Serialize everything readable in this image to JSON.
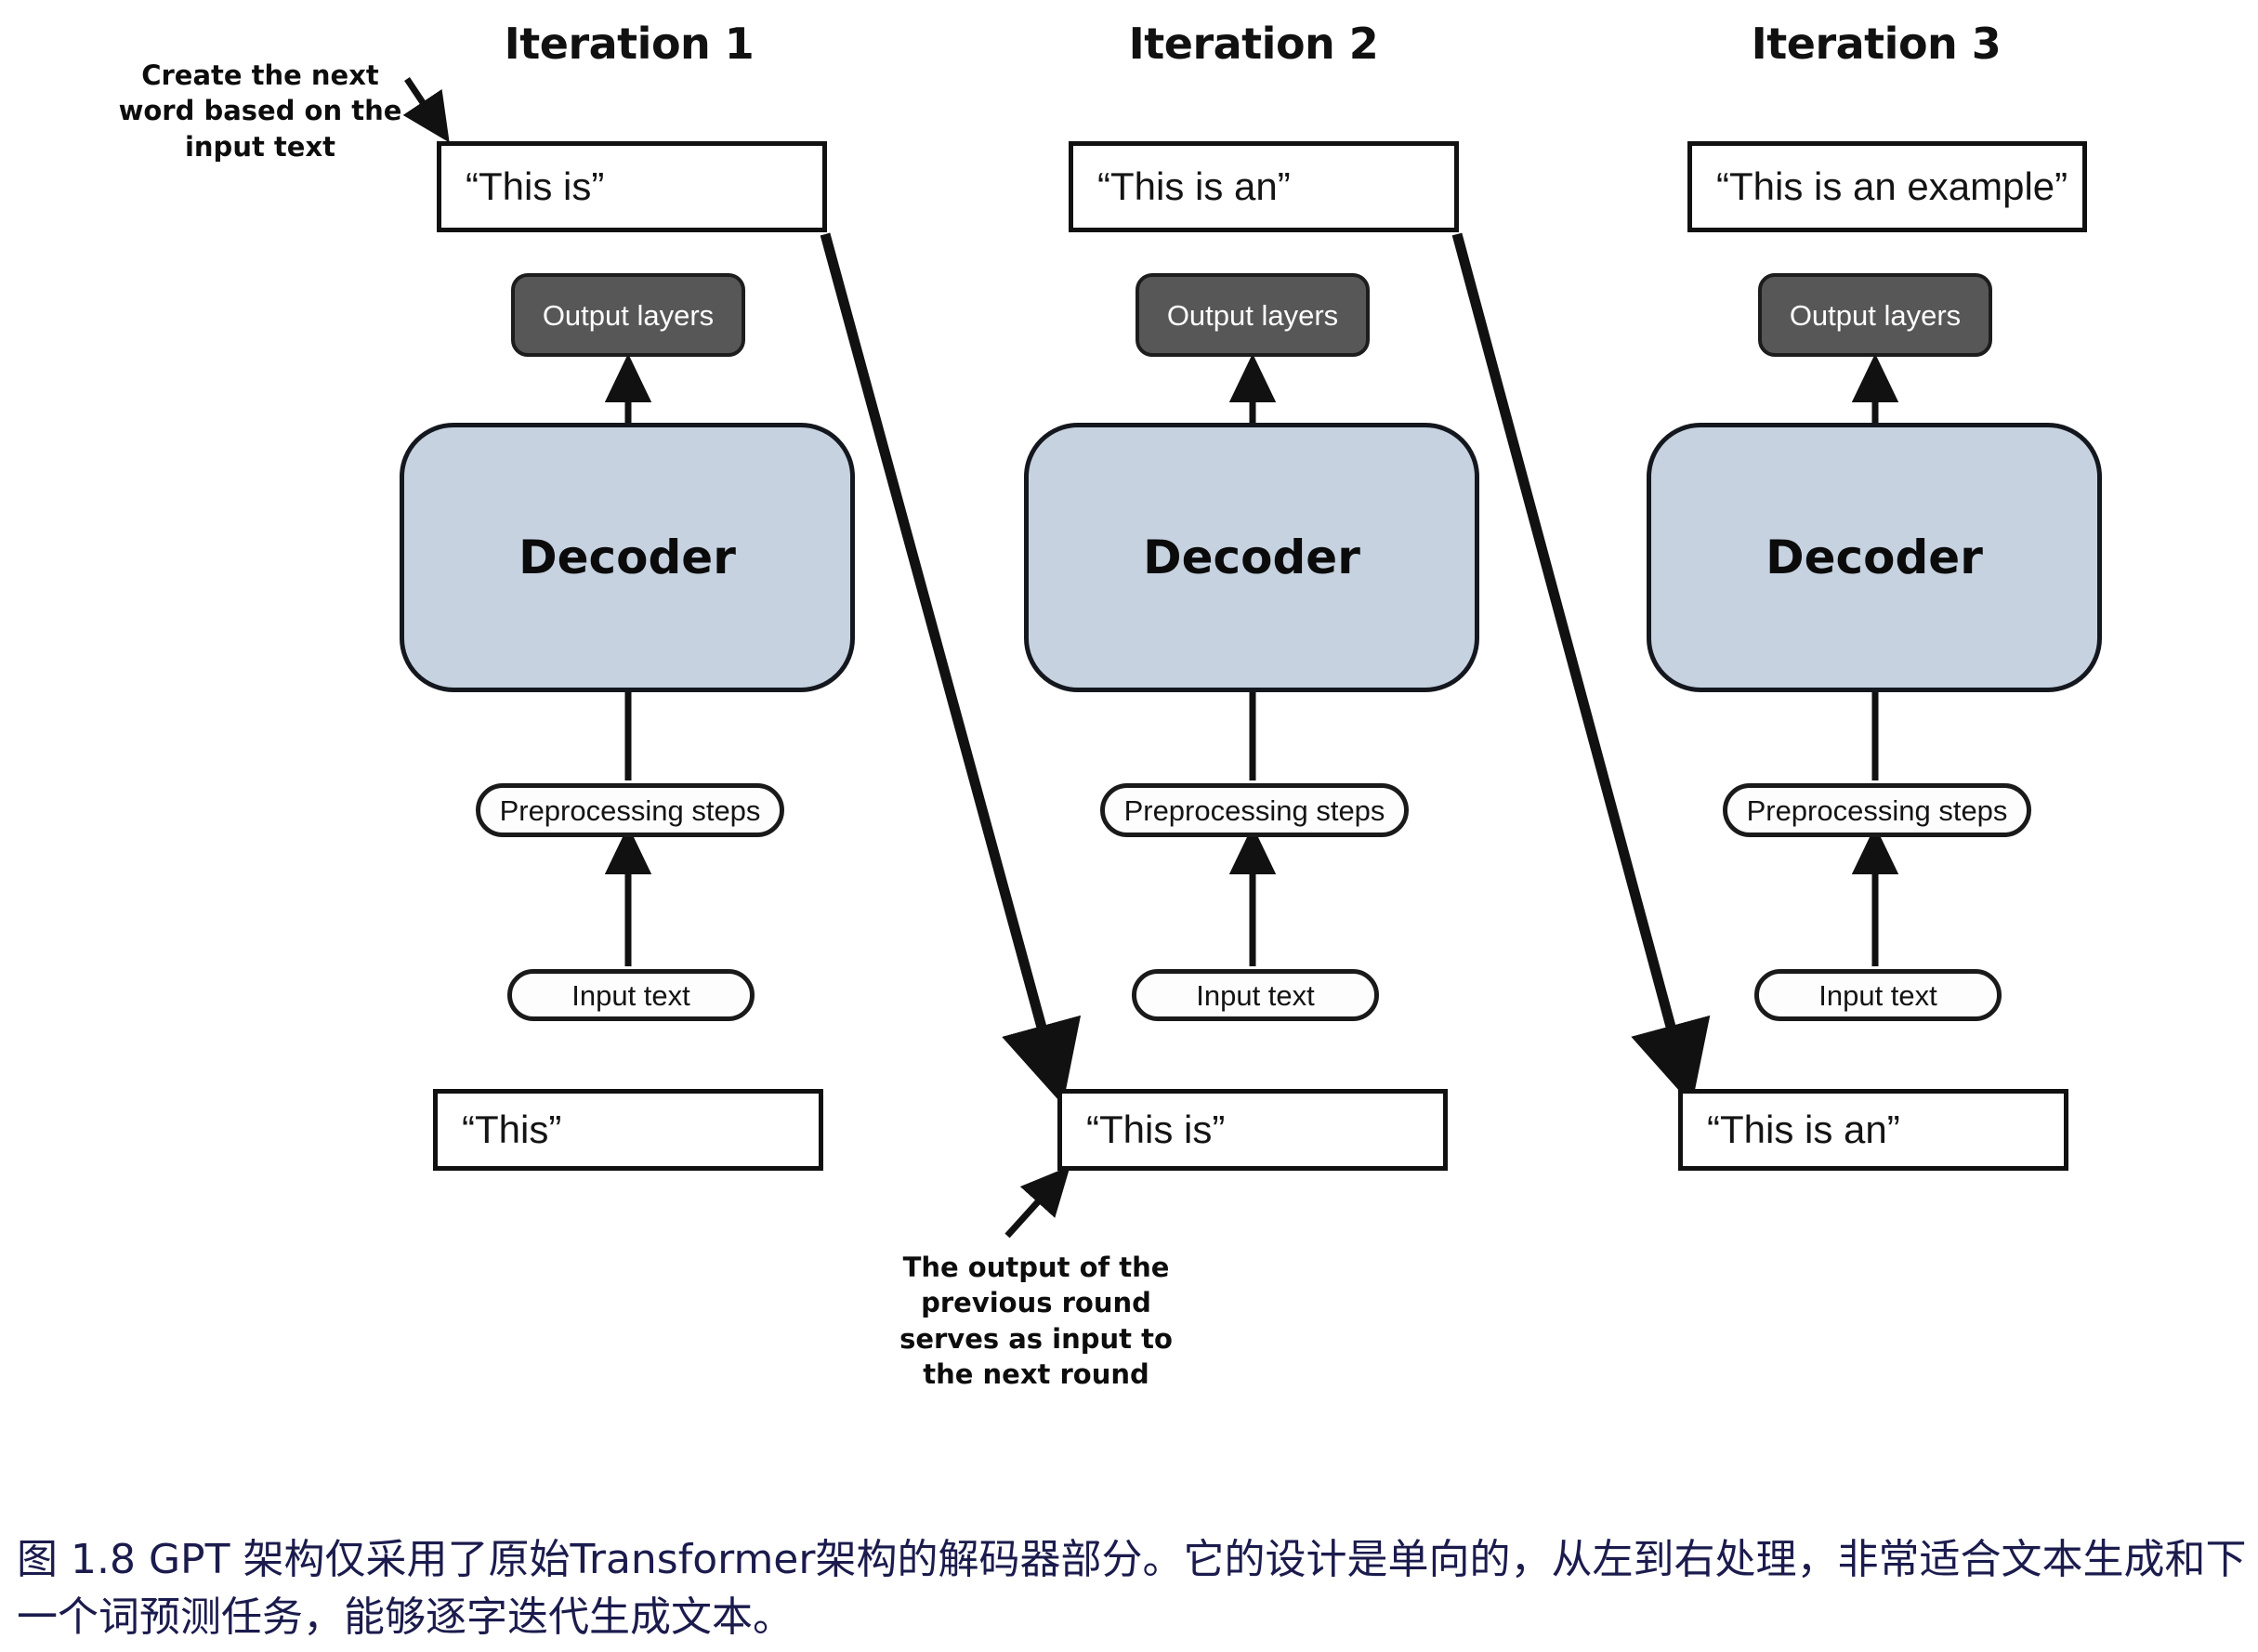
{
  "figure": {
    "caption": "图 1.8  GPT 架构仅采用了原始Transformer架构的解码器部分。它的设计是单向的，从左到右处理，非常适合文本生成和下一个词预测任务，能够逐字迭代生成文本。"
  },
  "annotations": {
    "top_left": "Create the next\nword based on the\ninput text",
    "bottom_middle": "The output of the\nprevious round\nserves as input to\nthe next round"
  },
  "columns": [
    {
      "title": "Iteration 1",
      "output_text": "“This is”",
      "output_layers_label": "Output layers",
      "decoder_label": "Decoder",
      "preprocessing_label": "Preprocessing steps",
      "input_label": "Input text",
      "input_text": "“This”"
    },
    {
      "title": "Iteration 2",
      "output_text": "“This is an”",
      "output_layers_label": "Output layers",
      "decoder_label": "Decoder",
      "preprocessing_label": "Preprocessing steps",
      "input_label": "Input text",
      "input_text": "“This is”"
    },
    {
      "title": "Iteration 3",
      "output_text": "“This is an example”",
      "output_layers_label": "Output layers",
      "decoder_label": "Decoder",
      "preprocessing_label": "Preprocessing steps",
      "input_label": "Input text",
      "input_text": "“This is an”"
    }
  ],
  "colors": {
    "decoder_fill": "#c6d2e0",
    "output_layers_fill": "#575757",
    "stroke": "#111111",
    "caption_text": "#1b1b4d"
  }
}
